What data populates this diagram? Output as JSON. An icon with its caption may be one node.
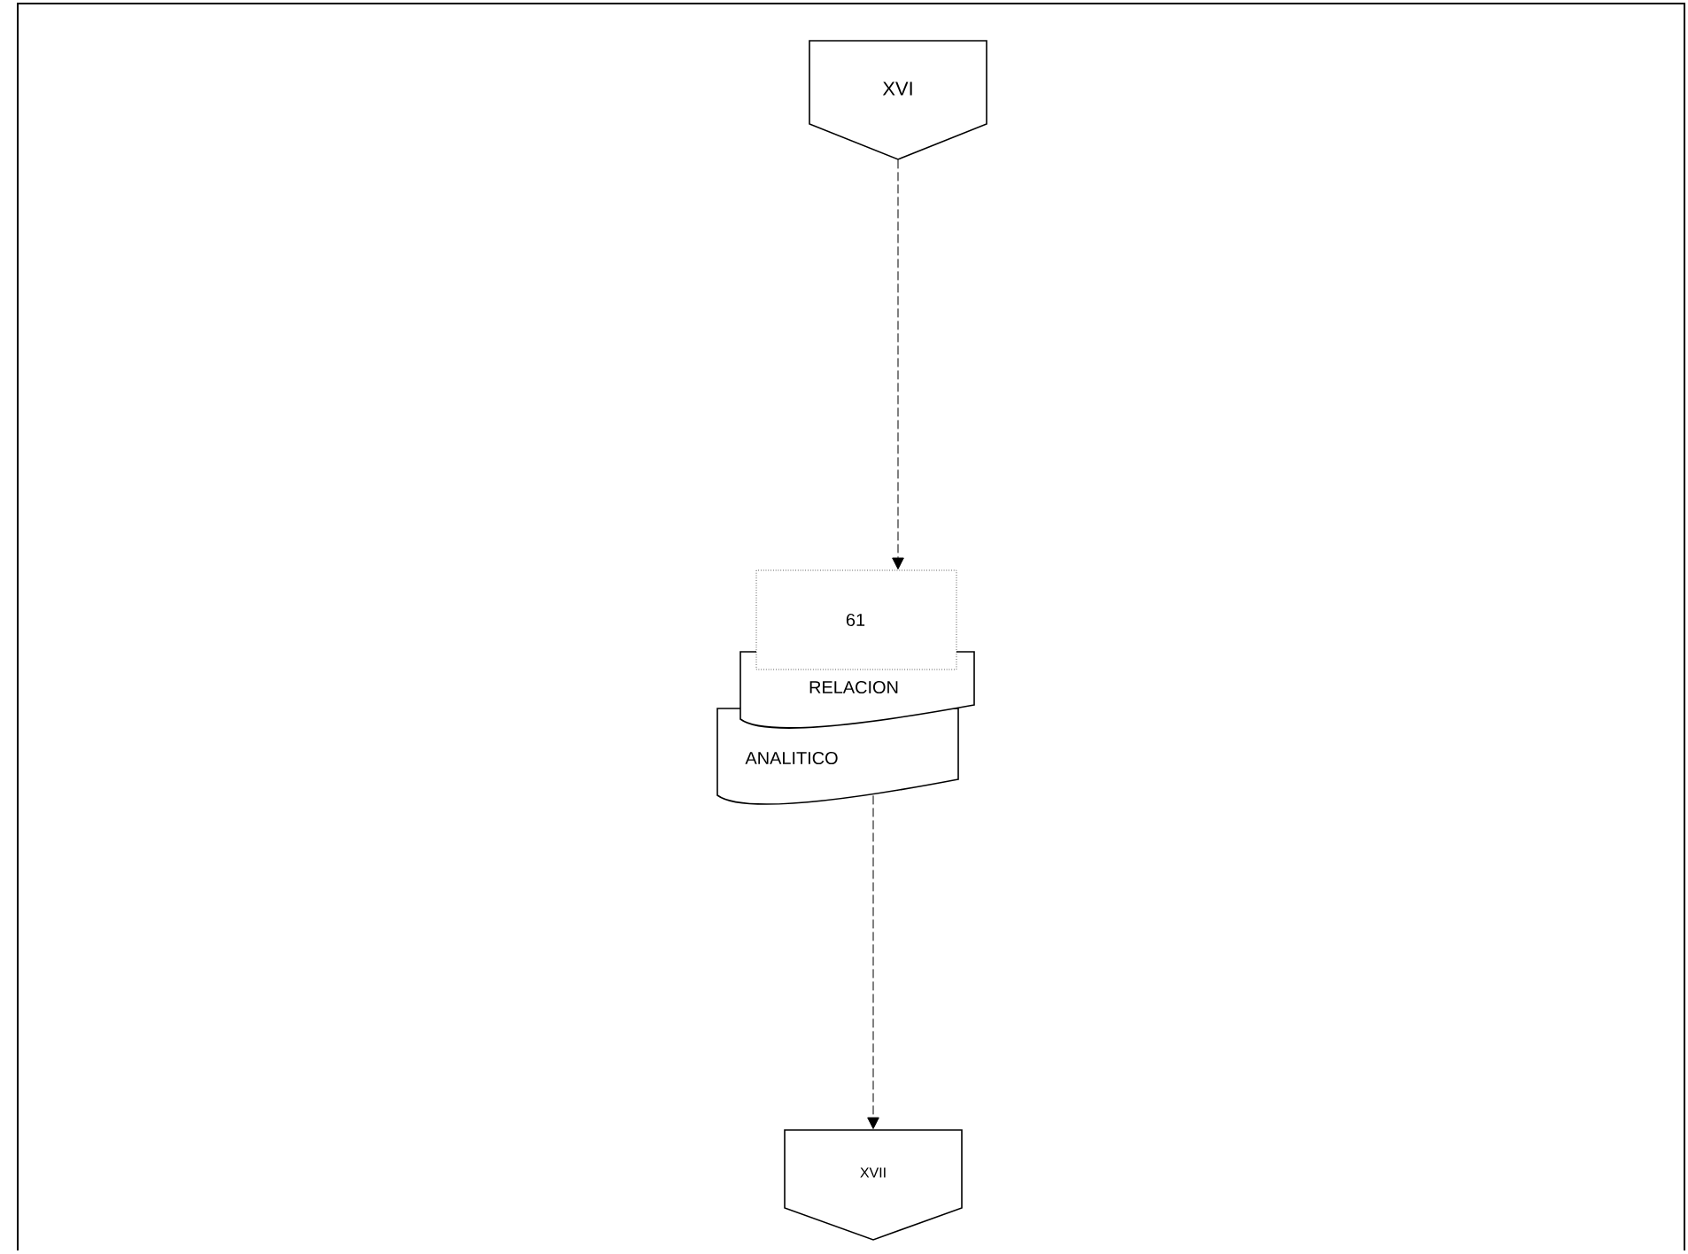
{
  "diagram": {
    "nodes": [
      {
        "text": [
          "XVI"
        ]
      },
      {
        "text": [
          "61"
        ]
      },
      {
        "text": [
          "RELACION"
        ]
      },
      {
        "text": [
          "ANALITICO"
        ]
      },
      {
        "text": [
          "XVII"
        ]
      }
    ],
    "edges": [
      {
        "from": 0,
        "to": 1,
        "arrow": "to",
        "style": "dashed"
      },
      {
        "from": 3,
        "to": 4,
        "arrow": "to",
        "style": "dashed"
      }
    ]
  }
}
